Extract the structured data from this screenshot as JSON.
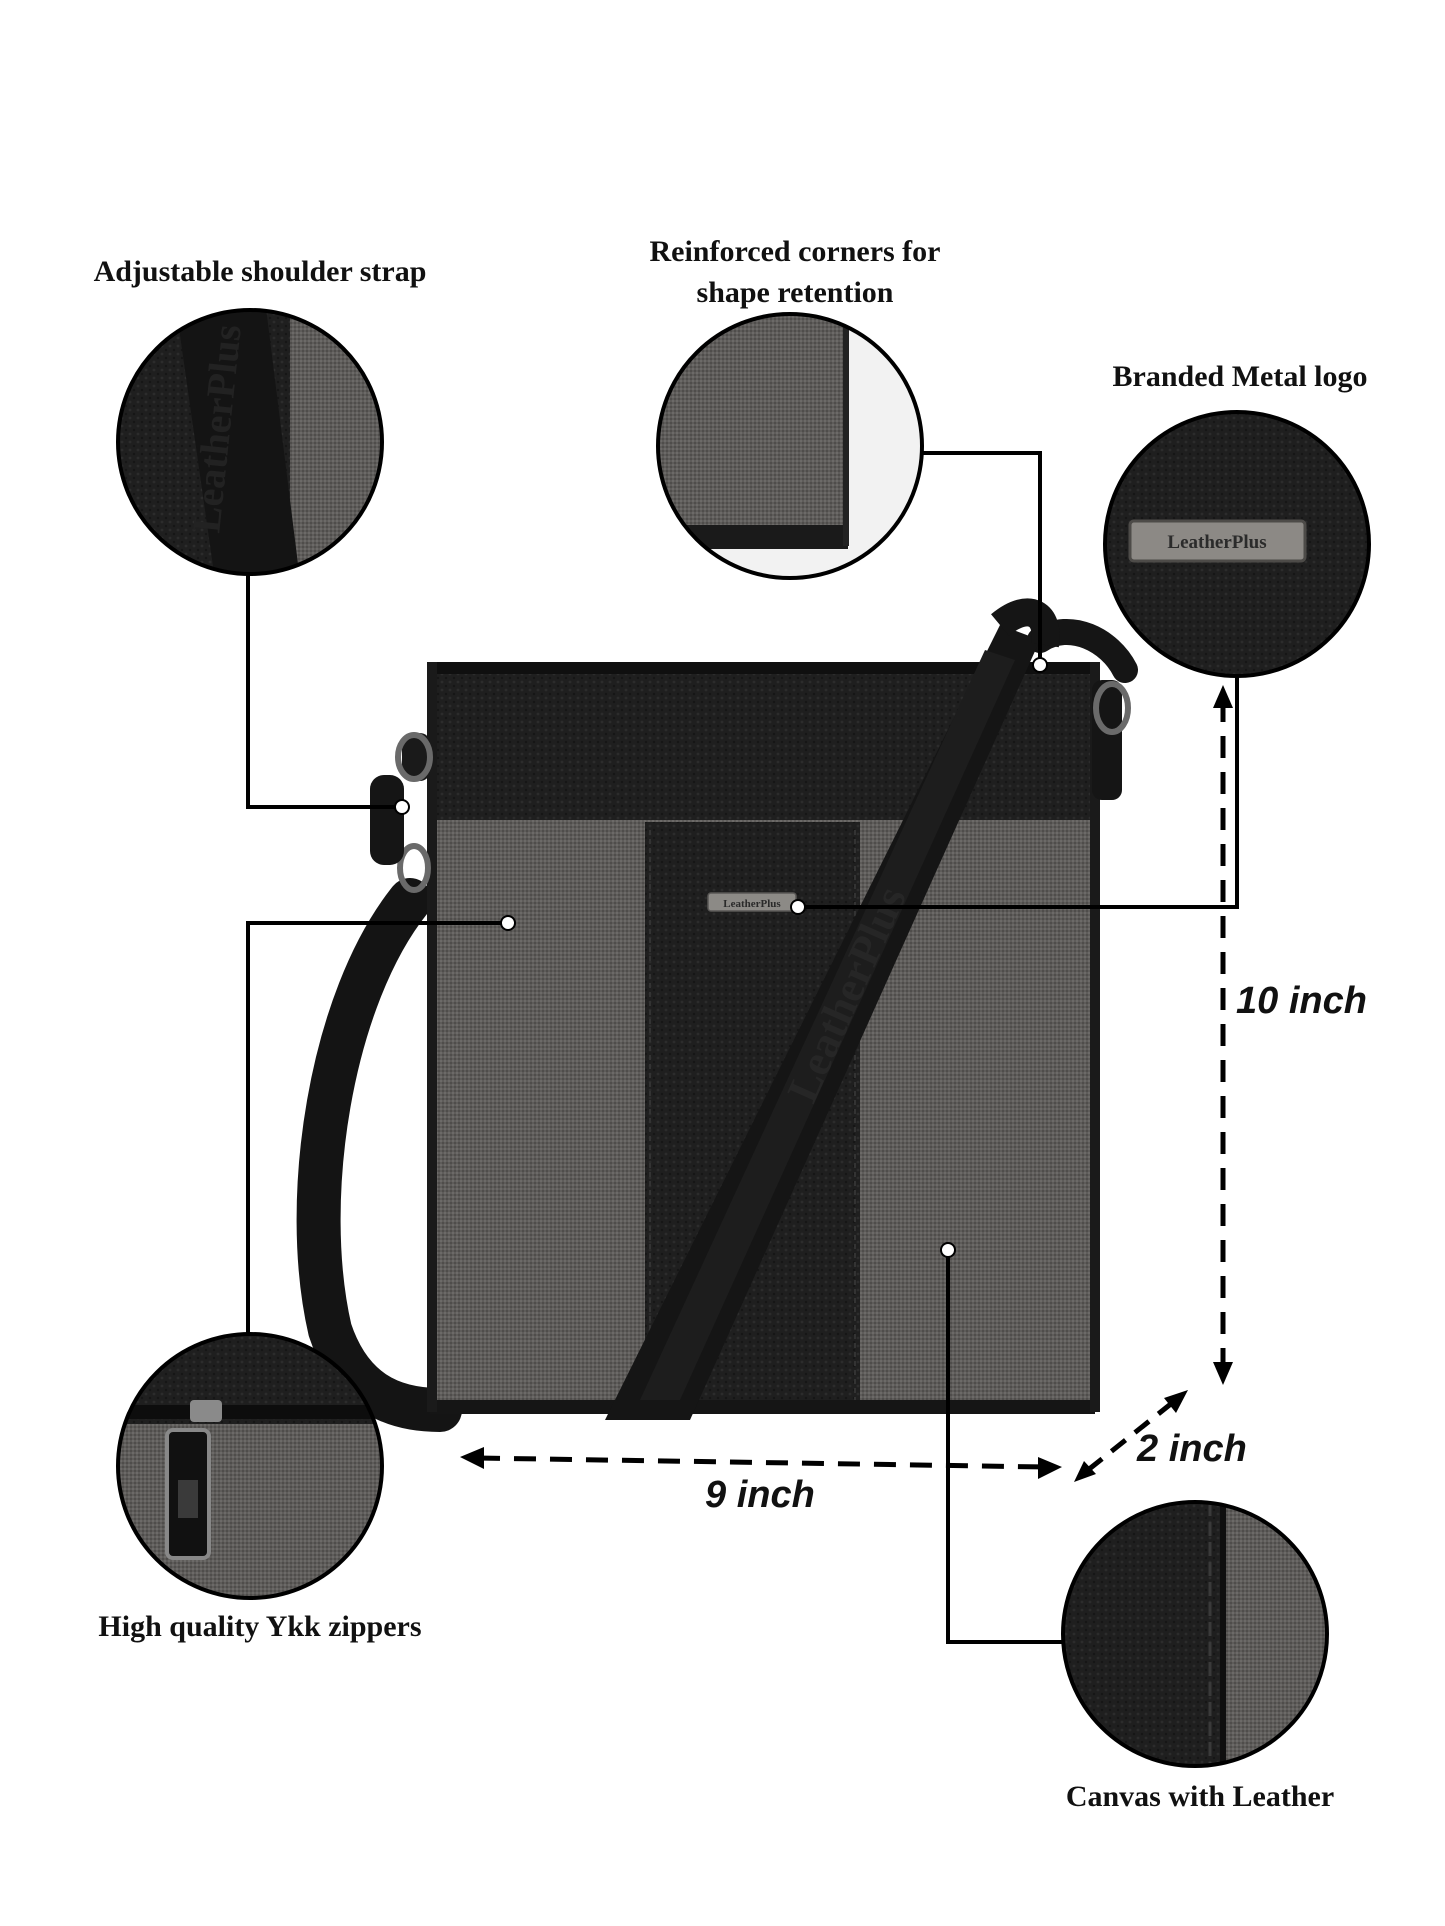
{
  "callouts": {
    "shoulder_strap": "Adjustable shoulder strap",
    "corners_line1": "Reinforced corners for",
    "corners_line2": "shape retention",
    "metal_logo": "Branded Metal logo",
    "zippers": "High quality Ykk zippers",
    "canvas": "Canvas with Leather"
  },
  "dimensions": {
    "height": "10 inch",
    "width": "9 inch",
    "depth": "2 inch"
  },
  "brand_logo": "LeatherPlus",
  "colors": {
    "canvas": "#5d5b59",
    "canvas_dark": "#4a4846",
    "leather": "#1e1e1e",
    "strap": "#151515",
    "lines": "#000000"
  }
}
